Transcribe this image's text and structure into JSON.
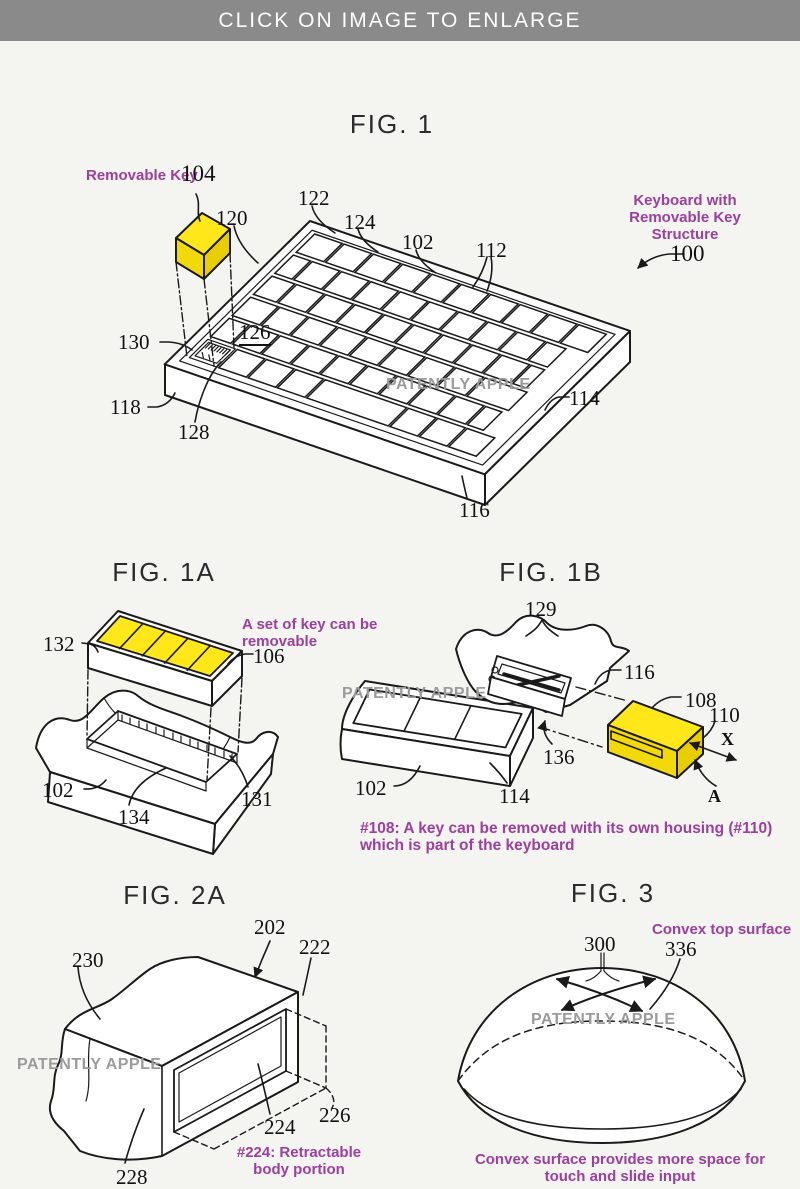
{
  "banner": {
    "text": "CLICK ON IMAGE TO ENLARGE"
  },
  "colors": {
    "purple": "#9c3f9f",
    "banner_bg": "#8a8a8a",
    "key_yellow": "#ffe71a",
    "key_yellow_side": "#f2d90a",
    "key_yellow_dark": "#e8cd00",
    "watermark_gray": "#9b9b9b",
    "line": "#1a1a1a",
    "page_bg": "#f4f4f1"
  },
  "fig1": {
    "title": "FIG. 1",
    "watermark": "PATENTLY APPLE",
    "ann": {
      "removable_key": "Removable Key",
      "structure_l1": "Keyboard with",
      "structure_l2": "Removable Key",
      "structure_l3": "Structure"
    },
    "refs": {
      "r100": "100",
      "r102": "102",
      "r104": "104",
      "r112": "112",
      "r114": "114",
      "r116": "116",
      "r118": "118",
      "r120": "120",
      "r122": "122",
      "r124": "124",
      "r126": "126",
      "r128": "128",
      "r130": "130"
    }
  },
  "fig1a": {
    "title": "FIG. 1A",
    "ann": {
      "l1": "A set of key can be",
      "l2": "removable"
    },
    "refs": {
      "r132": "132",
      "r106": "106",
      "r102": "102",
      "r134": "134",
      "r131": "131"
    }
  },
  "fig1b": {
    "title": "FIG. 1B",
    "watermark": "PATENTLY APPLE",
    "caption": {
      "l1": "#108: A key can be removed with its own housing (#110)",
      "l2": "which is part of the keyboard"
    },
    "axes": {
      "x": "X",
      "a": "A"
    },
    "refs": {
      "r129": "129",
      "r116": "116",
      "r108": "108",
      "r110": "110",
      "r136": "136",
      "r102": "102",
      "r114": "114"
    }
  },
  "fig2a": {
    "title": "FIG. 2A",
    "watermark": "PATENTLY APPLE",
    "caption": {
      "l1": "#224: Retractable",
      "l2": "body portion"
    },
    "refs": {
      "r202": "202",
      "r222": "222",
      "r224": "224",
      "r226": "226",
      "r228": "228",
      "r230": "230"
    }
  },
  "fig3": {
    "title": "FIG. 3",
    "watermark": "PATENTLY APPLE",
    "ann": {
      "top_surface": "Convex top surface"
    },
    "caption": {
      "l1": "Convex surface provides more space for",
      "l2": "touch and slide input"
    },
    "refs": {
      "r300": "300",
      "r336": "336"
    }
  }
}
